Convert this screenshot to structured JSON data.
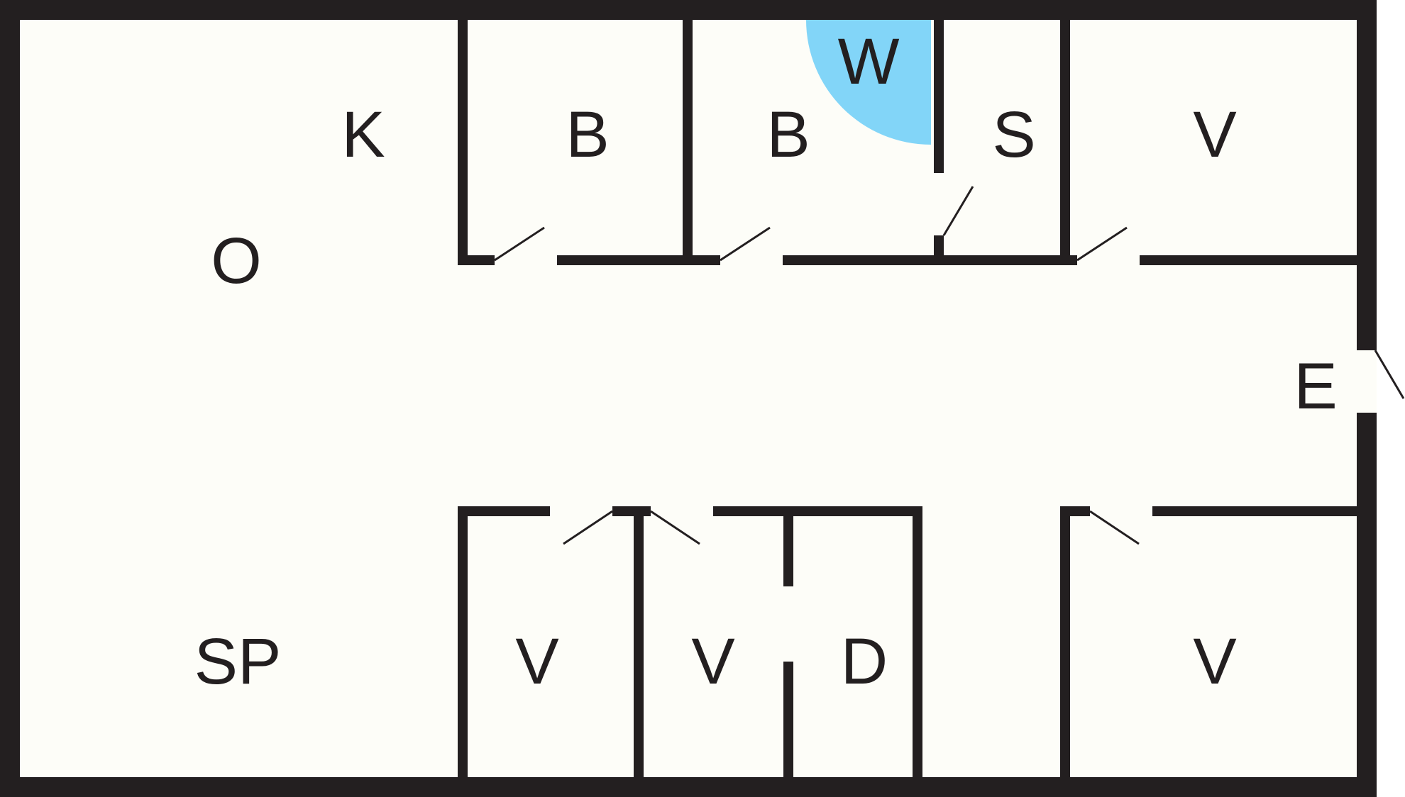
{
  "floorplan": {
    "colors": {
      "floor": "#fdfdf8",
      "wall": "#231f20",
      "fixture": "#82d5f8",
      "text": "#231f20"
    },
    "rooms": {
      "kitchen": "K",
      "living": "O",
      "bedroom_1": "B",
      "bedroom_2": "B",
      "washroom": "W",
      "shower": "S",
      "storage_top": "V",
      "entrance": "E",
      "playroom": "SP",
      "storage_bottom_1": "V",
      "storage_bottom_2": "V",
      "dressing": "D",
      "storage_bottom_right": "V"
    }
  }
}
